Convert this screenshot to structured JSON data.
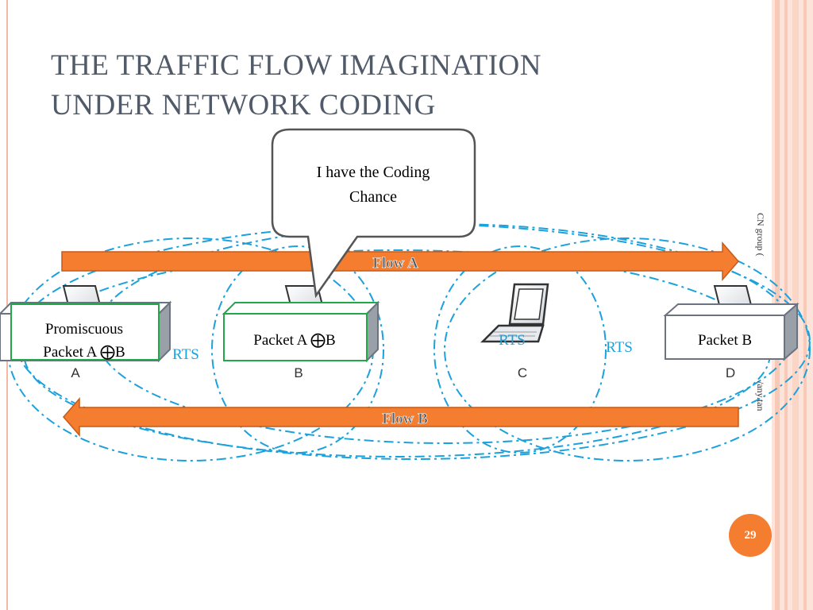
{
  "slide": {
    "title_line1": "THE TRAFFIC FLOW IMAGINATION",
    "title_line2": "UNDER NETWORK CODING",
    "page_number": "29",
    "side_text_top": "CN group (",
    "side_text_bottom": "/any.tan"
  },
  "callout": {
    "text_line1": "I have the Coding",
    "text_line2": "Chance"
  },
  "flows": {
    "flow_a": "Flow A",
    "flow_b": "Flow B"
  },
  "nodes": [
    {
      "label": "A"
    },
    {
      "label": "B"
    },
    {
      "label": "C"
    },
    {
      "label": "D"
    }
  ],
  "packets": {
    "a_line1": "Promiscuous",
    "a_line2": "Packet A ⨁B",
    "b": "Packet A ⨁B",
    "d": "Packet B"
  },
  "rts": {
    "near_a": "RTS",
    "at_c": "RTS",
    "near_d": "RTS"
  },
  "colors": {
    "arrow": "#f47d2f",
    "circle": "#1ba1dc",
    "packet_green": "#22a84a",
    "packet_gray": "#6b7280",
    "badge": "#f47d2f"
  }
}
